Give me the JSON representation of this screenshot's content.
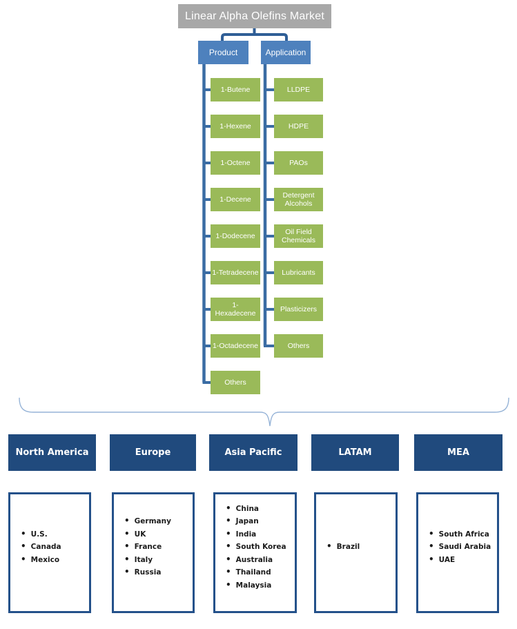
{
  "title": "Linear Alpha Olefins Market",
  "colors": {
    "title_bg": "#a8a8a8",
    "category_bg": "#4e81bd",
    "item_bg": "#9aba59",
    "region_bg": "#204a7d",
    "trunk_line": "#3a6ca3",
    "bracket_line": "#2f5e96",
    "brace_line": "#95b3d7",
    "list_border": "#24518a"
  },
  "product": {
    "label": "Product",
    "items": [
      "1-Butene",
      "1-Hexene",
      "1-Octene",
      "1-Decene",
      "1-Dodecene",
      "1-Tetradecene",
      "1-Hexadecene",
      "1-Octadecene",
      "Others"
    ]
  },
  "application": {
    "label": "Application",
    "items": [
      "LLDPE",
      "HDPE",
      "PAOs",
      "Detergent Alcohols",
      "Oil Field Chemicals",
      "Lubricants",
      "Plasticizers",
      "Others"
    ]
  },
  "regions": [
    {
      "label": "North America",
      "countries": [
        "U.S.",
        "Canada",
        "Mexico"
      ]
    },
    {
      "label": "Europe",
      "countries": [
        "Germany",
        "UK",
        "France",
        "Italy",
        "Russia"
      ]
    },
    {
      "label": "Asia Pacific",
      "countries": [
        "China",
        "Japan",
        "India",
        "South Korea",
        "Australia",
        "Thailand",
        "Malaysia"
      ]
    },
    {
      "label": "LATAM",
      "countries": [
        "Brazil"
      ]
    },
    {
      "label": "MEA",
      "countries": [
        "South Africa",
        "Saudi Arabia",
        "UAE"
      ]
    }
  ]
}
